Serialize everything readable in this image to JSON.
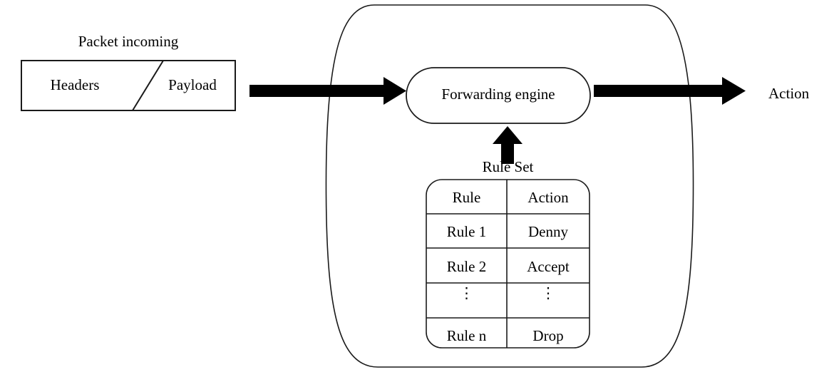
{
  "diagram": {
    "title": "Firewall forwarding engine and rule set diagram",
    "packet": {
      "caption": "Packet incoming",
      "segments": [
        {
          "name": "headers",
          "label": "Headers"
        },
        {
          "name": "payload",
          "label": "Payload"
        }
      ]
    },
    "engine": {
      "label": "Forwarding engine"
    },
    "output": {
      "label": "Action"
    },
    "rule_set": {
      "caption": "Rule Set",
      "columns": [
        "Rule",
        "Action"
      ],
      "rows": [
        {
          "rule": "Rule 1",
          "action": "Denny"
        },
        {
          "rule": "Rule 2",
          "action": "Accept"
        },
        {
          "rule": "⋮",
          "action": "⋮"
        },
        {
          "rule": "Rule n",
          "action": "Drop"
        }
      ]
    },
    "arrows": [
      {
        "name": "packet-to-engine",
        "direction": "right"
      },
      {
        "name": "engine-to-action",
        "direction": "right"
      },
      {
        "name": "ruleset-to-engine",
        "direction": "up"
      }
    ],
    "colors": {
      "stroke": "#1a1a1a",
      "fill": "#ffffff",
      "arrow": "#000000",
      "text": "#000000"
    }
  }
}
